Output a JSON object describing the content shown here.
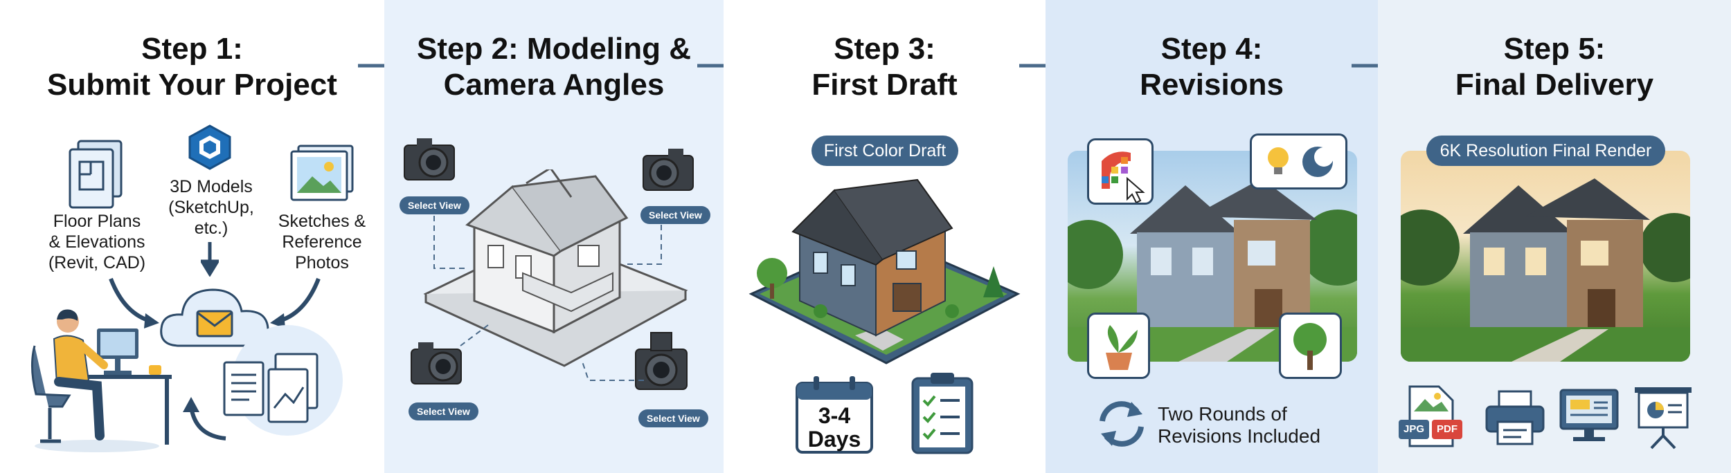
{
  "steps": [
    {
      "title_line1": "Step 1:",
      "title_line2": "Submit Your Project"
    },
    {
      "title_line1": "Step 2: Modeling &",
      "title_line2": "Camera Angles"
    },
    {
      "title_line1": "Step 3:",
      "title_line2": "First Draft"
    },
    {
      "title_line1": "Step 4:",
      "title_line2": "Revisions"
    },
    {
      "title_line1": "Step 5:",
      "title_line2": "Final Delivery"
    }
  ],
  "step1": {
    "floor_plans": [
      "Floor Plans",
      "& Elevations",
      "(Revit, CAD)"
    ],
    "models": [
      "3D Models",
      "(SketchUp,",
      "etc.)"
    ],
    "sketches": [
      "Sketches &",
      "Reference",
      "Photos"
    ]
  },
  "step2": {
    "select_view": "Select View"
  },
  "step3": {
    "badge": "First Color Draft",
    "days": [
      "3-4",
      "Days"
    ]
  },
  "step4": {
    "revisions": [
      "Two Rounds of",
      "Revisions Included"
    ]
  },
  "step5": {
    "badge": "6K Resolution Final Render",
    "file_jpg": "JPG",
    "file_pdf": "PDF"
  },
  "colors": {
    "accent": "#3f6488",
    "arrow": "#4a6a8a",
    "panel_blue": "#e8f1fb",
    "panel_blue_dark": "#dce9f8"
  },
  "icons": [
    "document-icon",
    "sketchup-icon",
    "photo-icon",
    "person-at-desk-icon",
    "cloud-mail-icon",
    "camera-icon",
    "house-wireframe-icon",
    "house-color-icon",
    "calendar-icon",
    "checklist-icon",
    "color-palette-icon",
    "day-night-icon",
    "plant-icon",
    "tree-icon",
    "refresh-icon",
    "printer-icon",
    "monitor-icon",
    "presentation-icon"
  ]
}
